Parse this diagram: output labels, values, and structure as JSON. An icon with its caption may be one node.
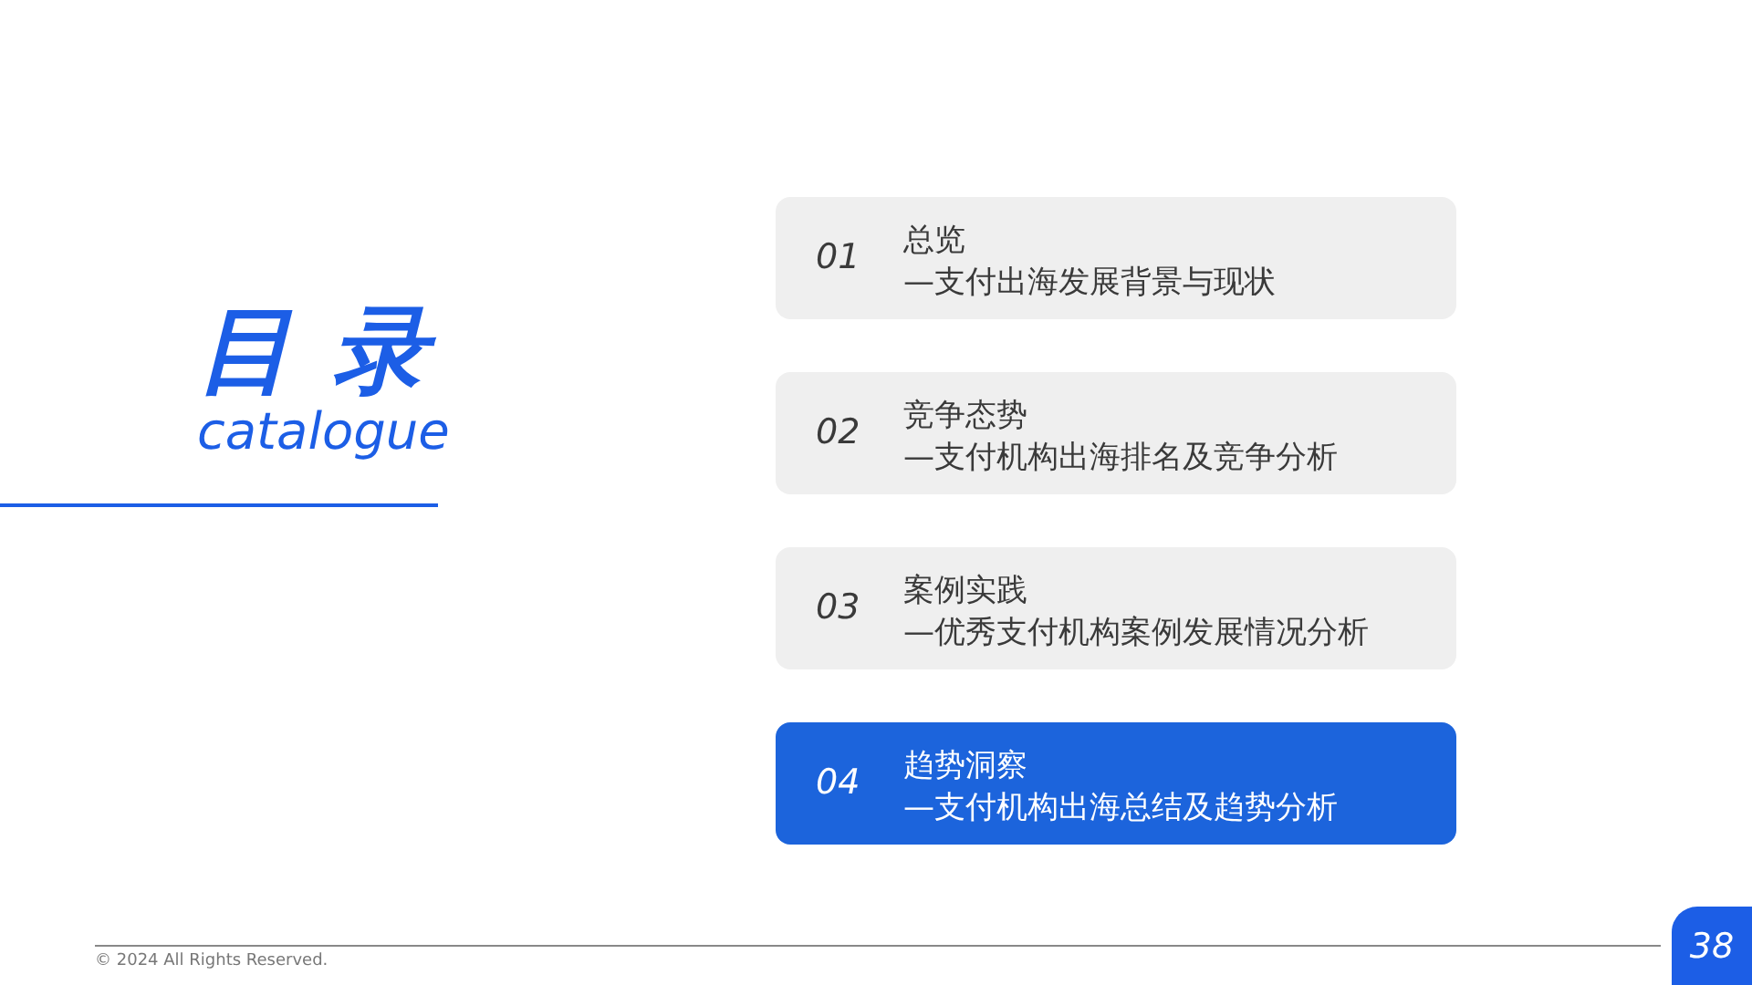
{
  "diagram": {
    "nodes": [
      {
        "text": [
          "01",
          "总览",
          "—支付出海发展背景与现状"
        ]
      },
      {
        "text": [
          "02",
          "竞争态势",
          "—支付机构出海排名及竞争分析"
        ]
      },
      {
        "text": [
          "03",
          "案例实践",
          "—优秀支付机构案例发展情况分析"
        ]
      },
      {
        "text": [
          "04",
          "趋势洞察",
          "—支付机构出海总结及趋势分析"
        ]
      }
    ],
    "labels": [
      "目 录",
      "catalogue",
      "© 2024 All Rights Reserved.",
      "38"
    ]
  }
}
